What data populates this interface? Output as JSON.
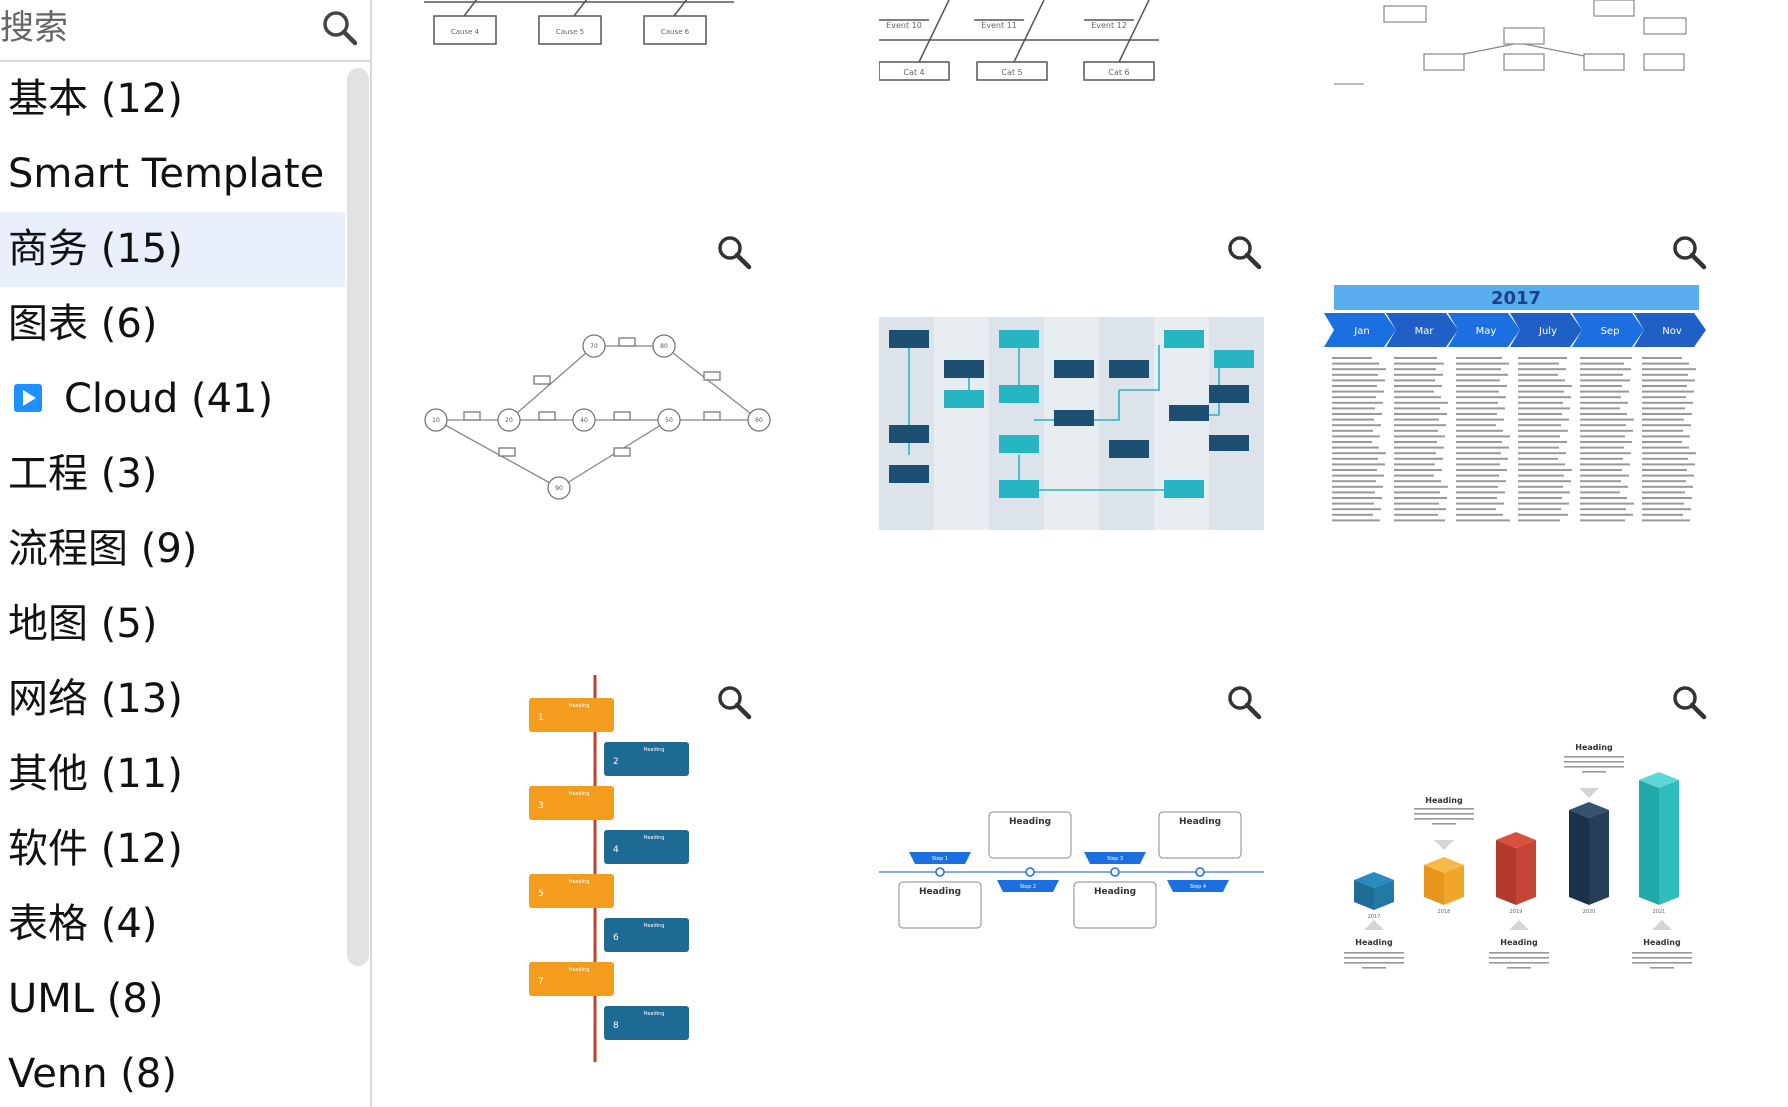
{
  "search": {
    "placeholder": "搜索",
    "value": "",
    "icon": "search-icon"
  },
  "categories": [
    {
      "label": "基本 (12)"
    },
    {
      "label": "Smart Template"
    },
    {
      "label": "商务 (15)",
      "selected": true
    },
    {
      "label": "图表 (6)"
    },
    {
      "label": "Cloud (41)",
      "icon": "cloud-play-icon"
    },
    {
      "label": "工程 (3)"
    },
    {
      "label": "流程图 (9)"
    },
    {
      "label": "地图 (5)"
    },
    {
      "label": "网络 (13)"
    },
    {
      "label": "其他 (11)"
    },
    {
      "label": "软件 (12)"
    },
    {
      "label": "表格 (4)"
    },
    {
      "label": "UML (8)"
    },
    {
      "label": "Venn (8)"
    }
  ],
  "templates": {
    "top_row": [
      {
        "texts": [
          "Cause 4",
          "Cause 5",
          "Cause 6"
        ]
      },
      {
        "texts": [
          "Event 10",
          "Event 11",
          "Event 12",
          "Cat 4",
          "Cat 5",
          "Cat 6"
        ]
      },
      {
        "texts": []
      }
    ],
    "network": {
      "nodes": [
        "10",
        "20",
        "40",
        "50",
        "60",
        "70",
        "80",
        "90"
      ]
    },
    "flowchart": {},
    "timeline": {
      "year": "2017",
      "months": [
        "Jan",
        "Mar",
        "May",
        "July",
        "Sep",
        "Nov"
      ]
    },
    "vertical_steps": {
      "steps": [
        "1",
        "2",
        "3",
        "4",
        "5",
        "6",
        "7",
        "8"
      ],
      "heading": "Heading"
    },
    "horizontal_timeline": {
      "heading": "Heading",
      "steps": [
        "Step 1",
        "Step 2",
        "Step 3",
        "Step 4"
      ]
    },
    "bars_3d": {
      "heading": "Heading",
      "years": [
        "2017",
        "2018",
        "2019",
        "2020",
        "2021"
      ]
    }
  },
  "colors": {
    "selected_bg": "#e9effb",
    "accent_blue": "#1e90ff",
    "orange": "#f39c1e",
    "navy": "#1d4f72",
    "teal": "#27b5c4"
  }
}
